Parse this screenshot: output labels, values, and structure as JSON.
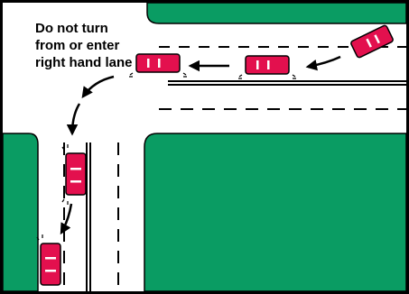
{
  "caption": {
    "lines": [
      "Do not turn",
      "from or enter",
      "right hand lane"
    ]
  },
  "colors": {
    "grass": "#0a9c63",
    "car_body": "#e3104e",
    "road": "#ffffff",
    "lines": "#000000"
  },
  "cars": [
    {
      "name": "car-approaching-diagonal",
      "heading": "turning-left"
    },
    {
      "name": "car-mid-lane",
      "heading": "west"
    },
    {
      "name": "car-turning",
      "heading": "west"
    },
    {
      "name": "car-after-turn",
      "heading": "south"
    },
    {
      "name": "car-bottom",
      "heading": "south"
    }
  ]
}
